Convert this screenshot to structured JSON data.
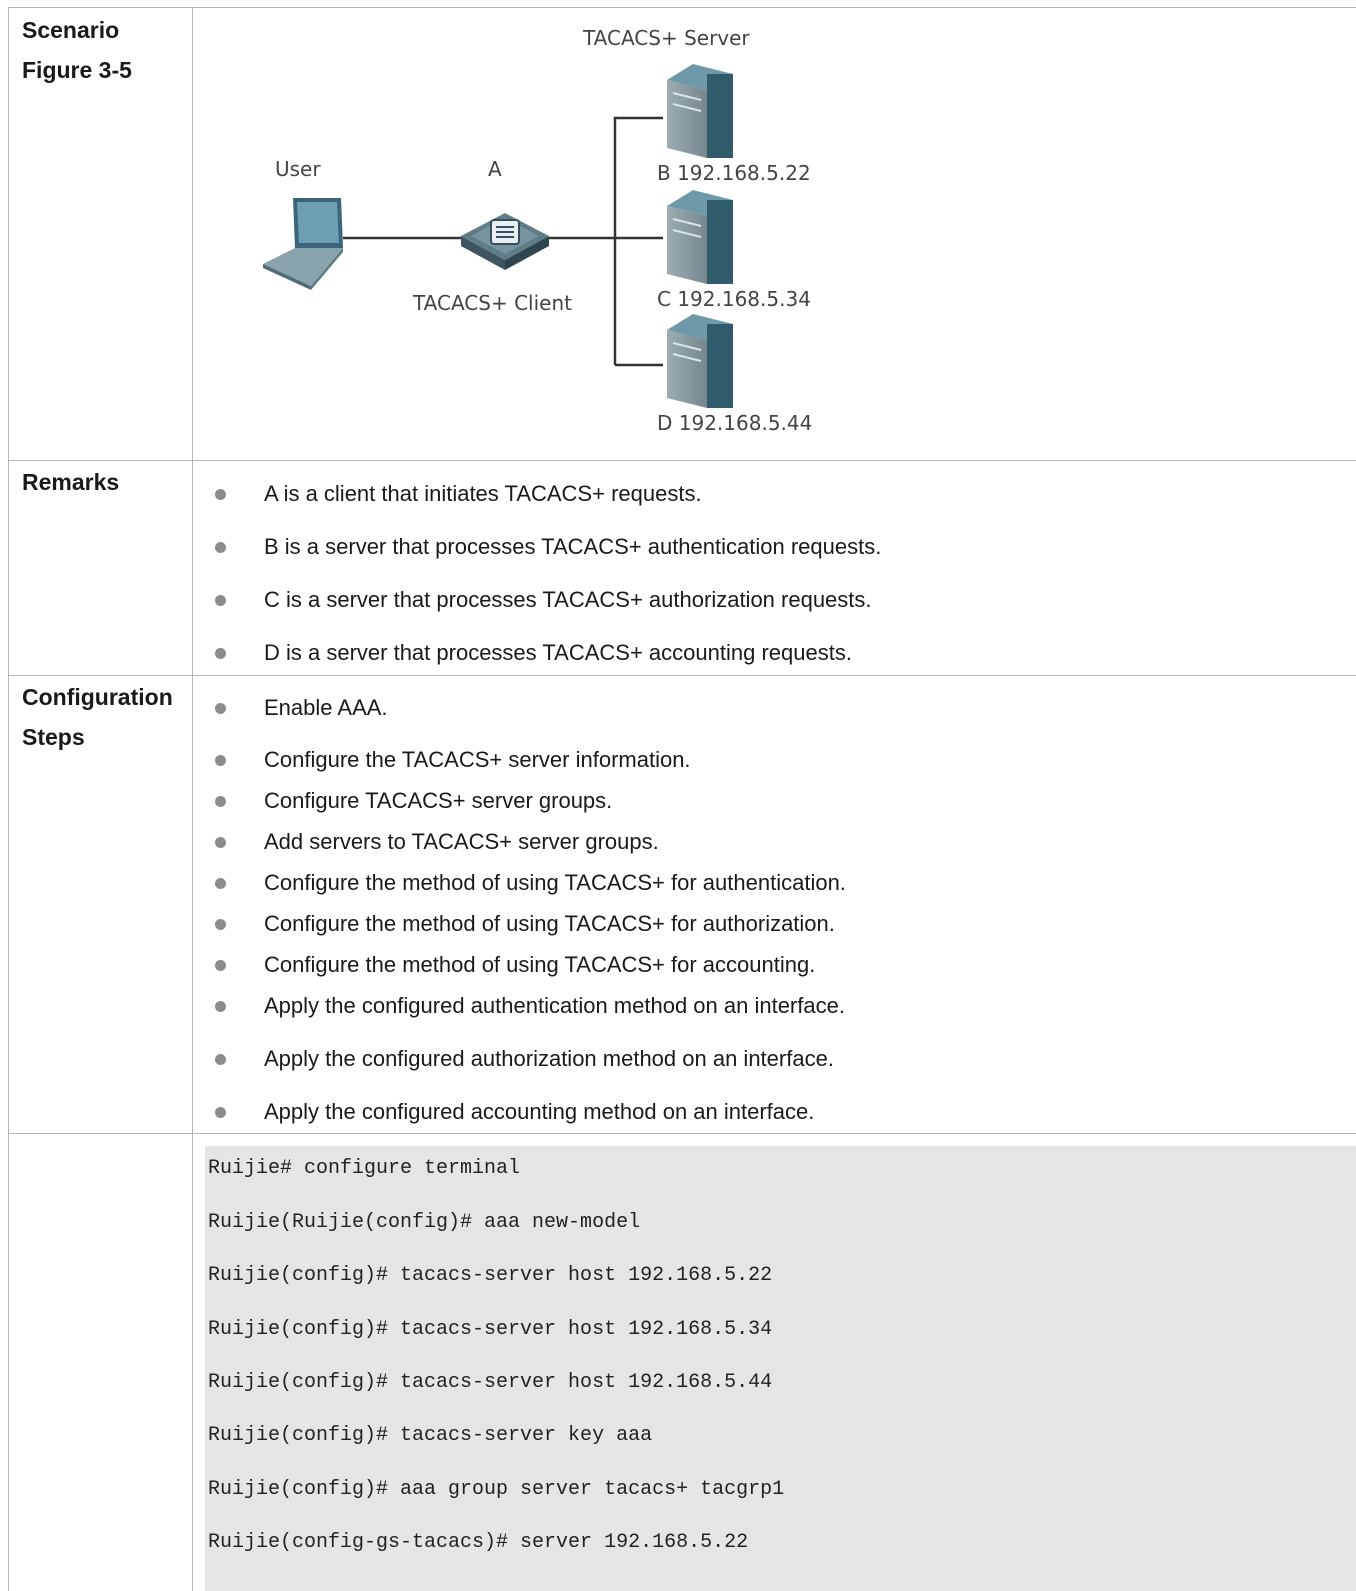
{
  "rows": {
    "scenario": {
      "label_1": "Scenario",
      "label_2": "Figure 3-5"
    },
    "remarks": {
      "label": "Remarks"
    },
    "config": {
      "label_1": "Configuration",
      "label_2": "Steps"
    }
  },
  "diagram": {
    "server_title": "TACACS+ Server",
    "user_label": "User",
    "switch_label": "A",
    "client_label": "TACACS+ Client",
    "server_b": "B 192.168.5.22",
    "server_c": "C 192.168.5.34",
    "server_d": "D 192.168.5.44"
  },
  "remarks": [
    "A is a client that initiates TACACS+ requests.",
    "B is a server that processes TACACS+ authentication requests.",
    "C is a server that processes TACACS+ authorization requests.",
    "D is a server that processes TACACS+ accounting requests."
  ],
  "steps": [
    "Enable AAA.",
    "Configure the TACACS+ server information.",
    "Configure TACACS+ server groups.",
    "Add servers to TACACS+ server groups.",
    "Configure the method of using TACACS+ for authentication.",
    "Configure the method of using TACACS+ for authorization.",
    "Configure the method of using TACACS+ for accounting.",
    "Apply the configured authentication method on an interface.",
    "Apply the configured authorization method on an interface.",
    "Apply the configured accounting method on an interface."
  ],
  "code": [
    "Ruijie# configure terminal",
    "Ruijie(Ruijie(config)# aaa new-model",
    "Ruijie(config)# tacacs-server host 192.168.5.22",
    "Ruijie(config)# tacacs-server host 192.168.5.34",
    "Ruijie(config)# tacacs-server host 192.168.5.44",
    "Ruijie(config)# tacacs-server key aaa",
    "Ruijie(config)# aaa group server tacacs+ tacgrp1",
    "Ruijie(config-gs-tacacs)# server 192.168.5.22"
  ],
  "colors": {
    "border": "#b5b5b5",
    "code_bg": "#e5e5e5",
    "bullet": "#8c8c8c",
    "server": "#2f5b6b"
  }
}
